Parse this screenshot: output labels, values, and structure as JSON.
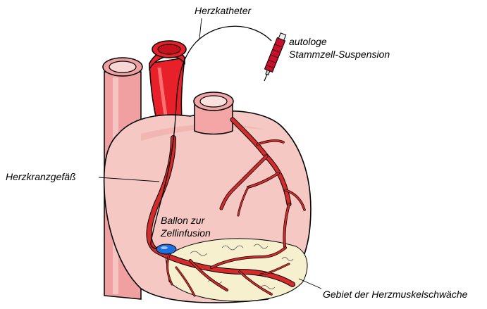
{
  "labels": {
    "catheter": "Herzkatheter",
    "suspension_line1": "autologe",
    "suspension_line2": "Stammzell-Suspension",
    "coronary_vessel": "Herzkranzgefäß",
    "balloon_line1": "Ballon zur",
    "balloon_line2": "Zellinfusion",
    "weak_area": "Gebiet der Herzmuskelschwäche"
  },
  "colors": {
    "heart_fill": "#f6c8c4",
    "heart_shade": "#f2b6b2",
    "vessel_fill": "#f4a6a6",
    "vena_cava": "#f0a0a0",
    "aorta": "#e8202a",
    "coronary_artery": "#d42a2a",
    "weak_area": "#f7f0cf",
    "balloon": "#1e6fe0",
    "syringe": "#c8102e",
    "outline": "#000000"
  }
}
